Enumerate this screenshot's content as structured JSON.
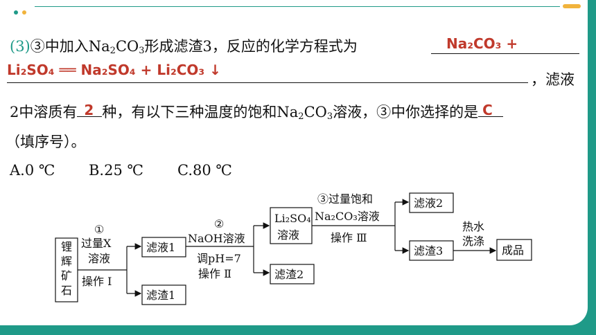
{
  "question": {
    "number": "(3)",
    "part1": "③中加入Na",
    "part1_sub": "2",
    "part1b": "CO",
    "part1b_sub": "3",
    "part1c": "形成滤渣3，反应的化学方程式为",
    "answer_equation_line1": "Na₂CO₃ +",
    "answer_equation_line2": "Li₂SO₄ ══ Na₂SO₄ + Li₂CO₃ ↓",
    "line2_tail": "，滤液",
    "line3_a": "2中溶质有",
    "answer_count": "2",
    "line3_b": "种，有以下三种温度的饱和Na",
    "line3_sub1": "2",
    "line3_c": "CO",
    "line3_sub2": "3",
    "line3_d": "溶液，③中你选择的是",
    "answer_choice": "C",
    "line4": "（填序号）。",
    "options": [
      "A.0 ℃",
      "B.25 ℃",
      "C.80 ℃"
    ]
  },
  "flowchart": {
    "start": [
      "锂",
      "辉",
      "矿",
      "石"
    ],
    "step1_num": "①",
    "step1_reagent": [
      "过量X",
      "溶液"
    ],
    "step1_op": "操作 Ⅰ",
    "filtrate1": "滤液1",
    "residue1": "滤渣1",
    "step2_num": "②",
    "step2_reagent": "NaOH溶液",
    "step2_ph": "调pH=7",
    "step2_op": "操作 Ⅱ",
    "li2so4": [
      "Li₂SO₄",
      "溶液"
    ],
    "residue2": "滤渣2",
    "step3_reagent": [
      "③过量饱和",
      "Na₂CO₃溶液"
    ],
    "step3_op": "操作 Ⅲ",
    "filtrate2": "滤液2",
    "residue3": "滤渣3",
    "wash": [
      "热水",
      "洗涤"
    ],
    "product": "成品"
  }
}
